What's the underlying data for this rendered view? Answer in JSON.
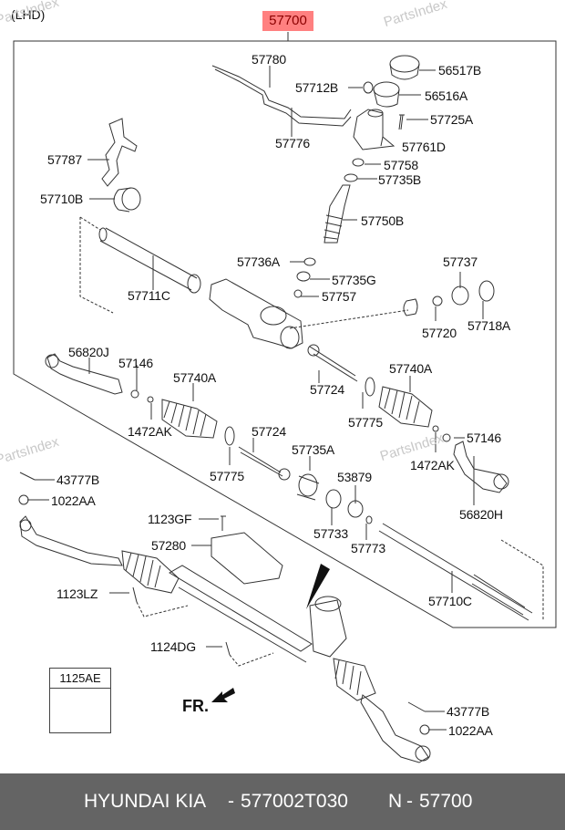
{
  "header": {
    "variant_label": "(LHD)",
    "assembly_number": "57700",
    "assembly_highlight_color": "#ff8080",
    "watermark": "PartsIndex"
  },
  "parts": {
    "p57780": "57780",
    "p56517B": "56517B",
    "p57712B": "57712B",
    "p56516A": "56516A",
    "p57725A": "57725A",
    "p57776": "57776",
    "p57761D": "57761D",
    "p57787": "57787",
    "p57758": "57758",
    "p57735B": "57735B",
    "p57710B": "57710B",
    "p57750B": "57750B",
    "p57736A": "57736A",
    "p57737": "57737",
    "p57735G": "57735G",
    "p57711C": "57711C",
    "p57757": "57757",
    "p57720": "57720",
    "p57718A": "57718A",
    "p56820J": "56820J",
    "p57146_left": "57146",
    "p57740A_left": "57740A",
    "p57740A_right": "57740A",
    "p57724_upper": "57724",
    "p1472AK_left": "1472AK",
    "p57775_right": "57775",
    "p57146_right": "57146",
    "p57724_lower": "57724",
    "p1472AK_right": "1472AK",
    "p57775_left": "57775",
    "p57735A": "57735A",
    "p53879": "53879",
    "p43777B_upper": "43777B",
    "p1022AA_upper": "1022AA",
    "p56820H": "56820H",
    "p1123GF": "1123GF",
    "p57733": "57733",
    "p57773": "57773",
    "p57280": "57280",
    "p57710C": "57710C",
    "p1123LZ": "1123LZ",
    "p1124DG": "1124DG",
    "p1125AE": "1125AE",
    "p43777B_lower": "43777B",
    "p1022AA_lower": "1022AA"
  },
  "direction": {
    "label": "FR."
  },
  "footer": {
    "brand": "HYUNDAI  KIA",
    "separator1": "-",
    "part_number": "577002T030",
    "n_label": "N",
    "separator2": "-",
    "n_value": "57700",
    "background_color": "#646464"
  }
}
